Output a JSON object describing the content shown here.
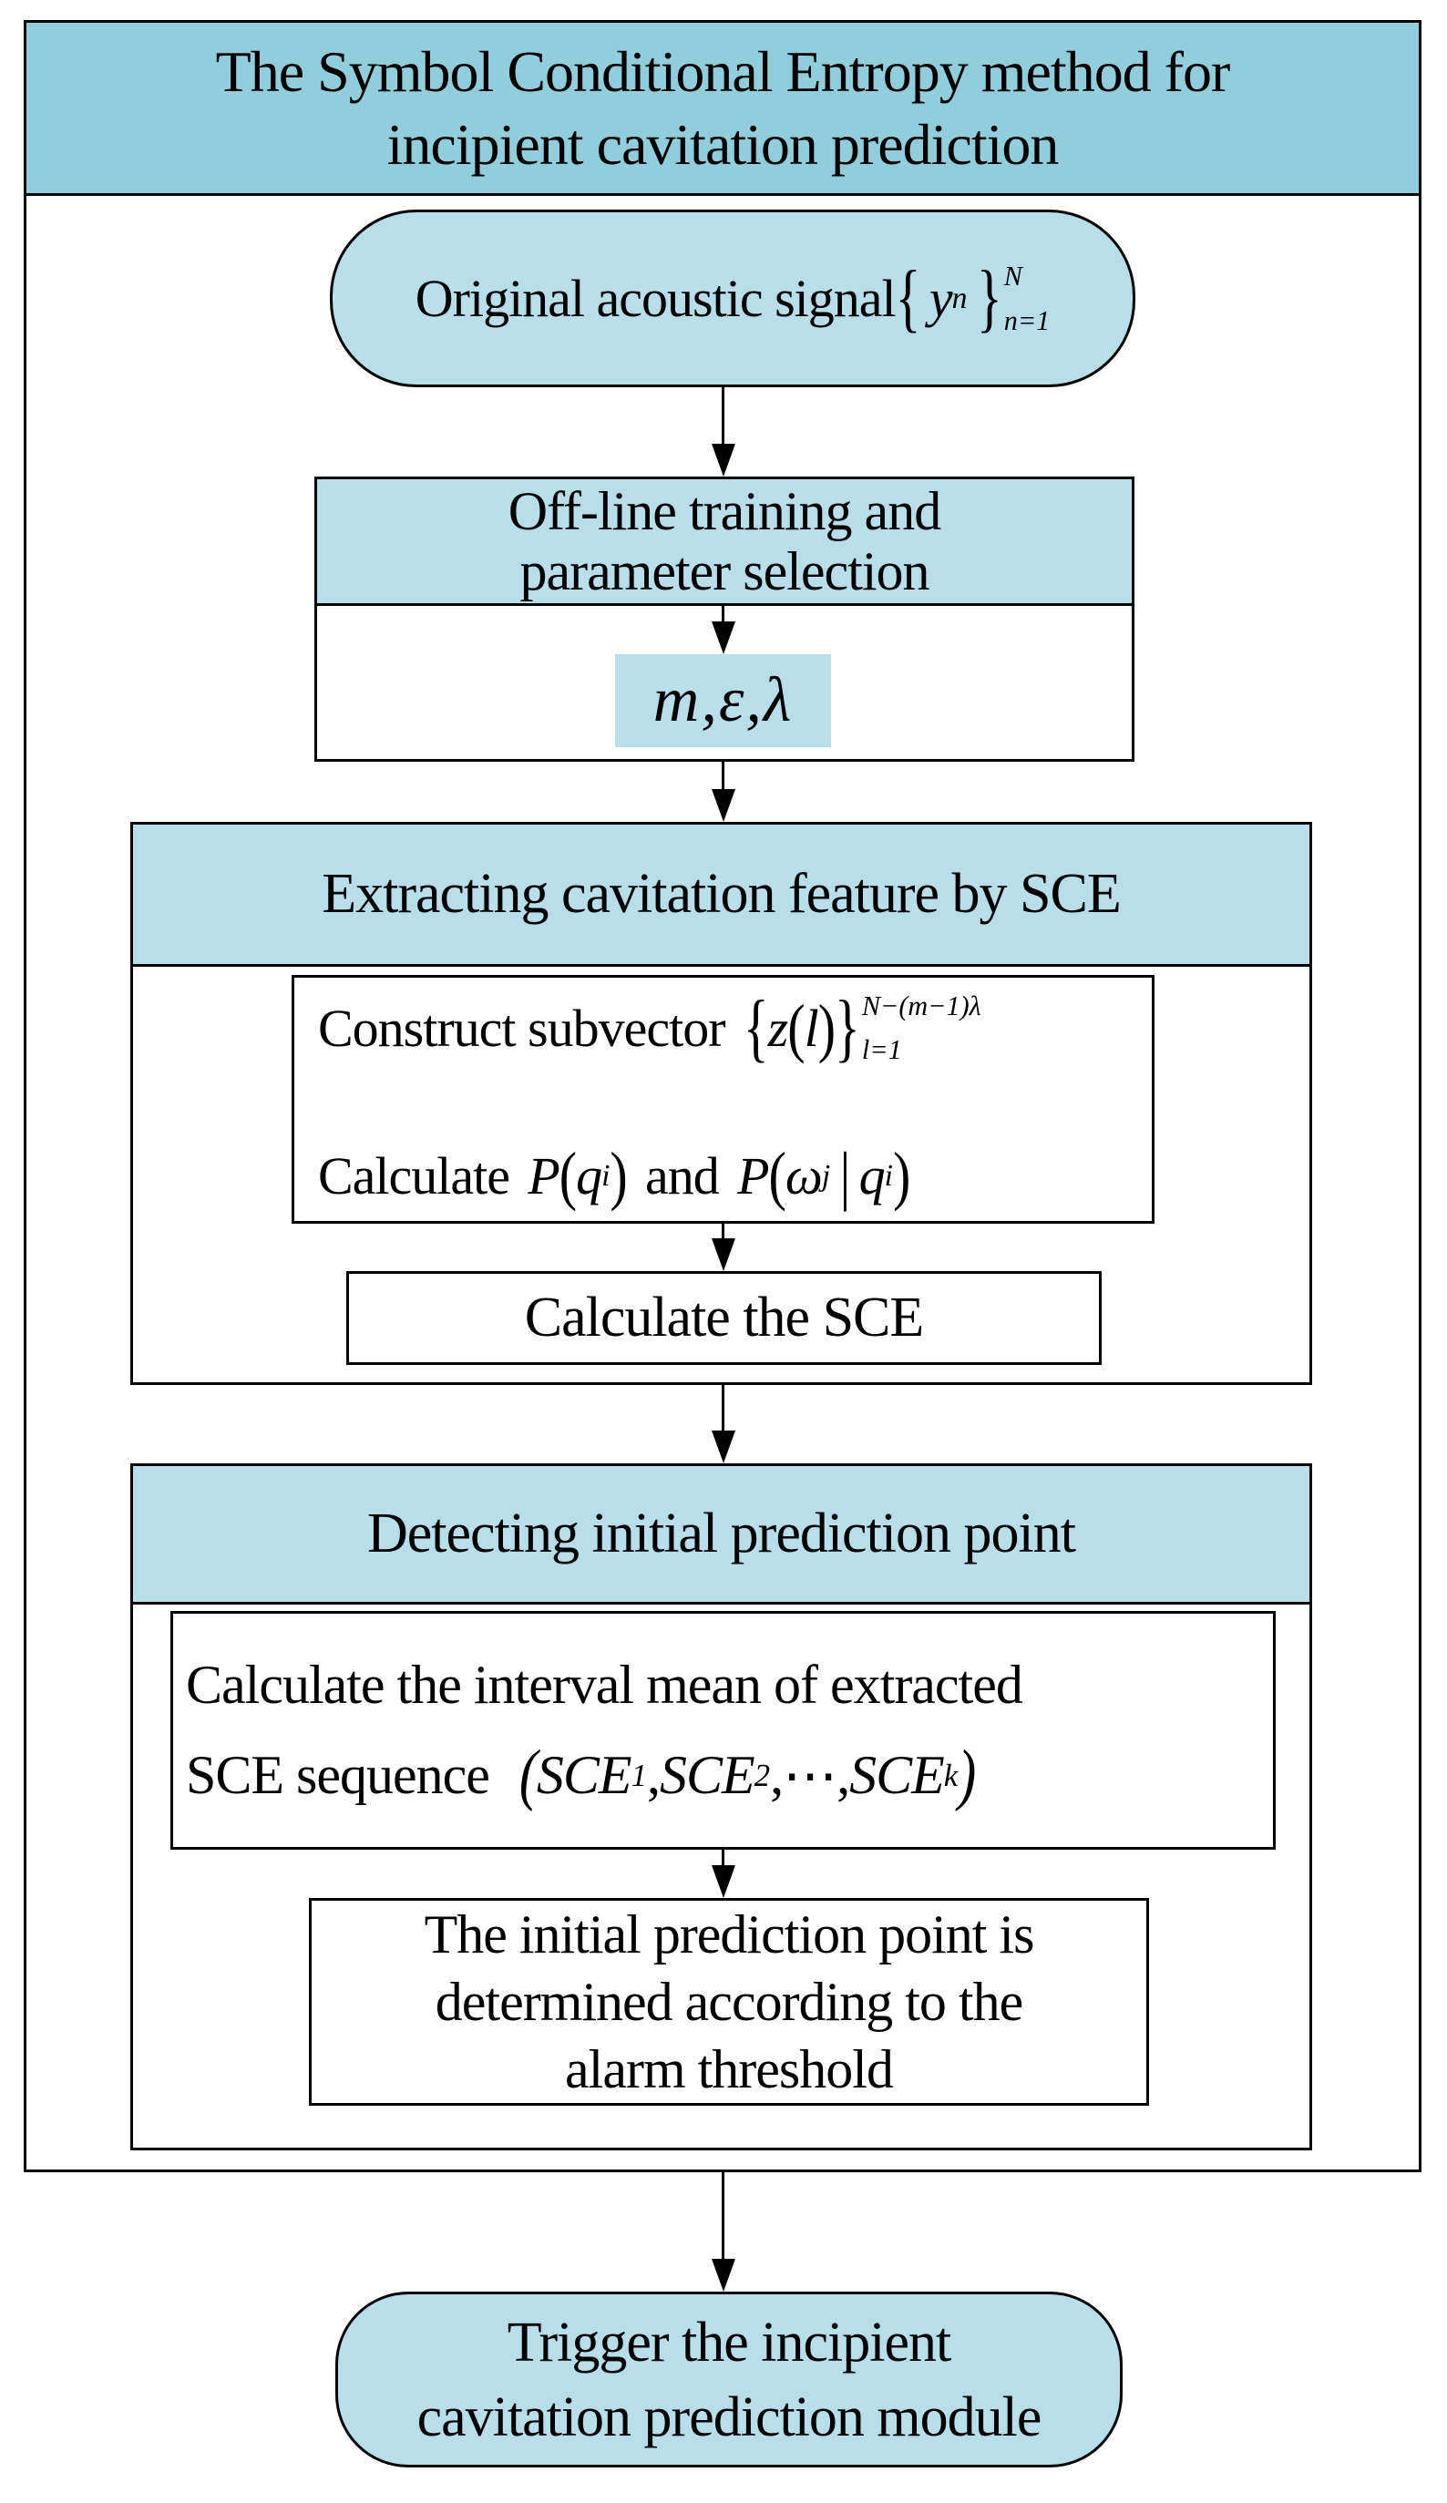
{
  "colors": {
    "banner_blue": "#92CDDC",
    "light_blue": "#B8DEE9",
    "line_color": "#000000",
    "background": "#FFFFFF"
  },
  "banner": {
    "line1": "The Symbol Conditional Entropy method for",
    "line2": "incipient cavitation prediction"
  },
  "start_node": {
    "label": "Original acoustic signal",
    "formula": {
      "open": "{",
      "var": "y",
      "var_sub": "n",
      "close": "}",
      "sup": "N",
      "sub": "n=1"
    }
  },
  "offline_node": {
    "line1": "Off-line training and",
    "line2": "parameter selection",
    "params": "m,ε,λ"
  },
  "extract_section": {
    "header": "Extracting cavitation feature by SCE",
    "construct": {
      "label": "Construct subvector",
      "open": "{",
      "var": "z",
      "lparen": "(",
      "arg": "l",
      "rparen": ")",
      "close": "}",
      "sup": "N−(m−1)λ",
      "sub": "l=1"
    },
    "probability": {
      "label": "Calculate",
      "p1_fn": "P",
      "p1_open": "(",
      "p1_arg": "q",
      "p1_sub": "i",
      "p1_close": ")",
      "connector": "and",
      "p2_fn": "P",
      "p2_open": "(",
      "p2_arg": "ω",
      "p2_sub": "j",
      "p2_bar": "|",
      "p2_arg2": "q",
      "p2_sub2": "i",
      "p2_close": ")"
    },
    "calc_sce": "Calculate the SCE"
  },
  "detect_section": {
    "header": "Detecting initial prediction point",
    "interval": {
      "line1": "Calculate the interval mean of extracted",
      "line2_label": "SCE sequence",
      "seq_open": "(",
      "seq1": "SCE",
      "seq1_sub": "1",
      "comma1": ",",
      "seq2": "SCE",
      "seq2_sub": "2",
      "comma2": ",",
      "dots": "⋯",
      "comma3": ",",
      "seq3": "SCE",
      "seq3_sub": "k",
      "seq_close": ")"
    },
    "threshold": {
      "line1": "The initial prediction point is",
      "line2": "determined according to the",
      "line3": "alarm threshold"
    }
  },
  "end_node": {
    "line1": "Trigger the incipient",
    "line2": "cavitation prediction module"
  }
}
